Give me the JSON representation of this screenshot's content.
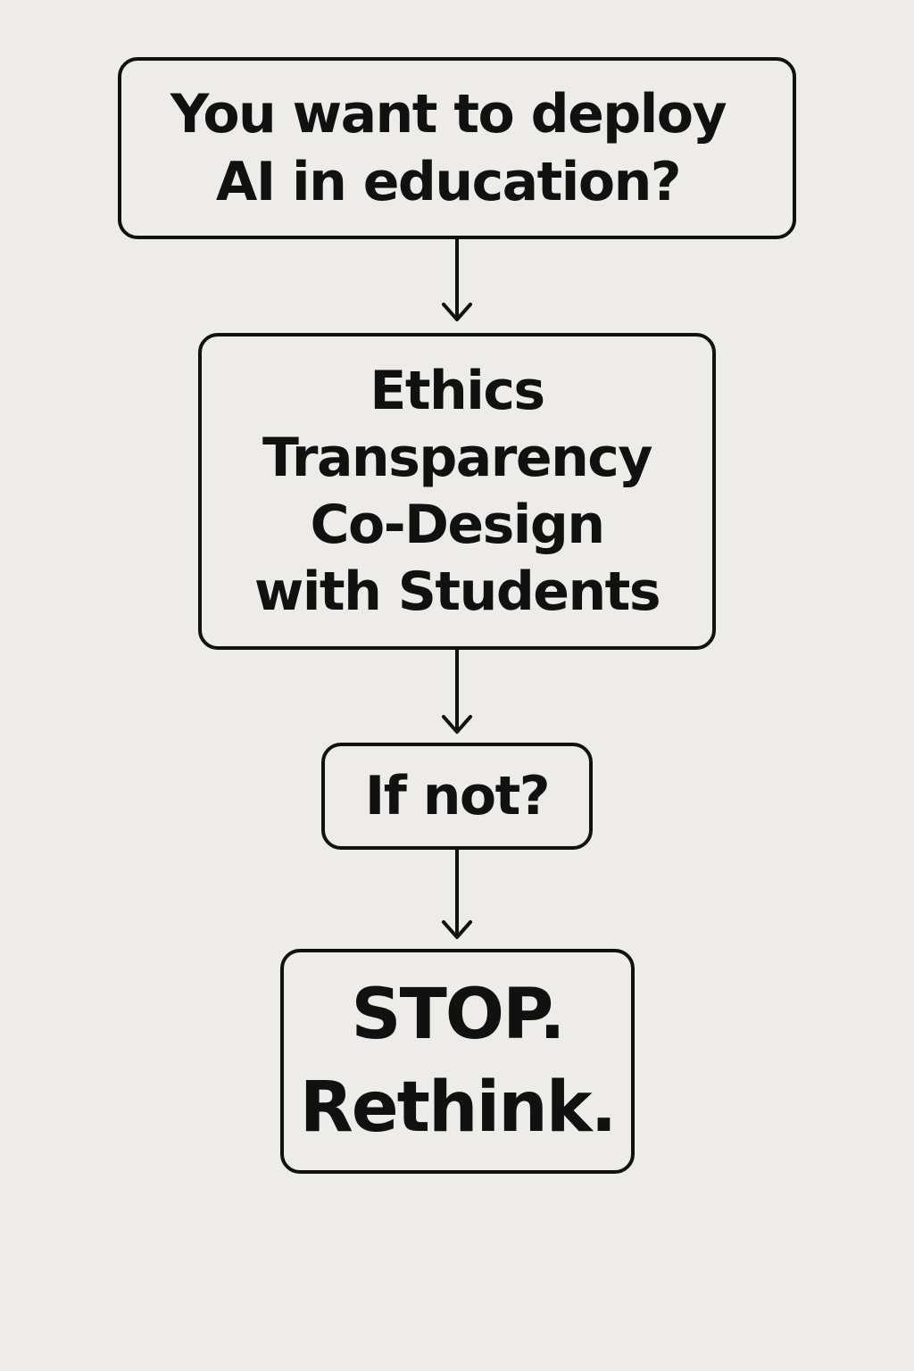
{
  "diagram": {
    "type": "flowchart",
    "line_color": "#111111",
    "background_color": "#eeece8",
    "nodes": [
      {
        "id": "question",
        "lines": [
          "You want to deploy",
          "AI in education?"
        ]
      },
      {
        "id": "principles",
        "lines": [
          "Ethics",
          "Transparency",
          "Co-Design",
          "with Students"
        ]
      },
      {
        "id": "ifnot",
        "lines": [
          "If not?"
        ]
      },
      {
        "id": "stop",
        "lines": [
          "STOP.",
          "Rethink."
        ]
      }
    ],
    "edges": [
      {
        "from": "question",
        "to": "principles"
      },
      {
        "from": "principles",
        "to": "ifnot"
      },
      {
        "from": "ifnot",
        "to": "stop"
      }
    ]
  }
}
